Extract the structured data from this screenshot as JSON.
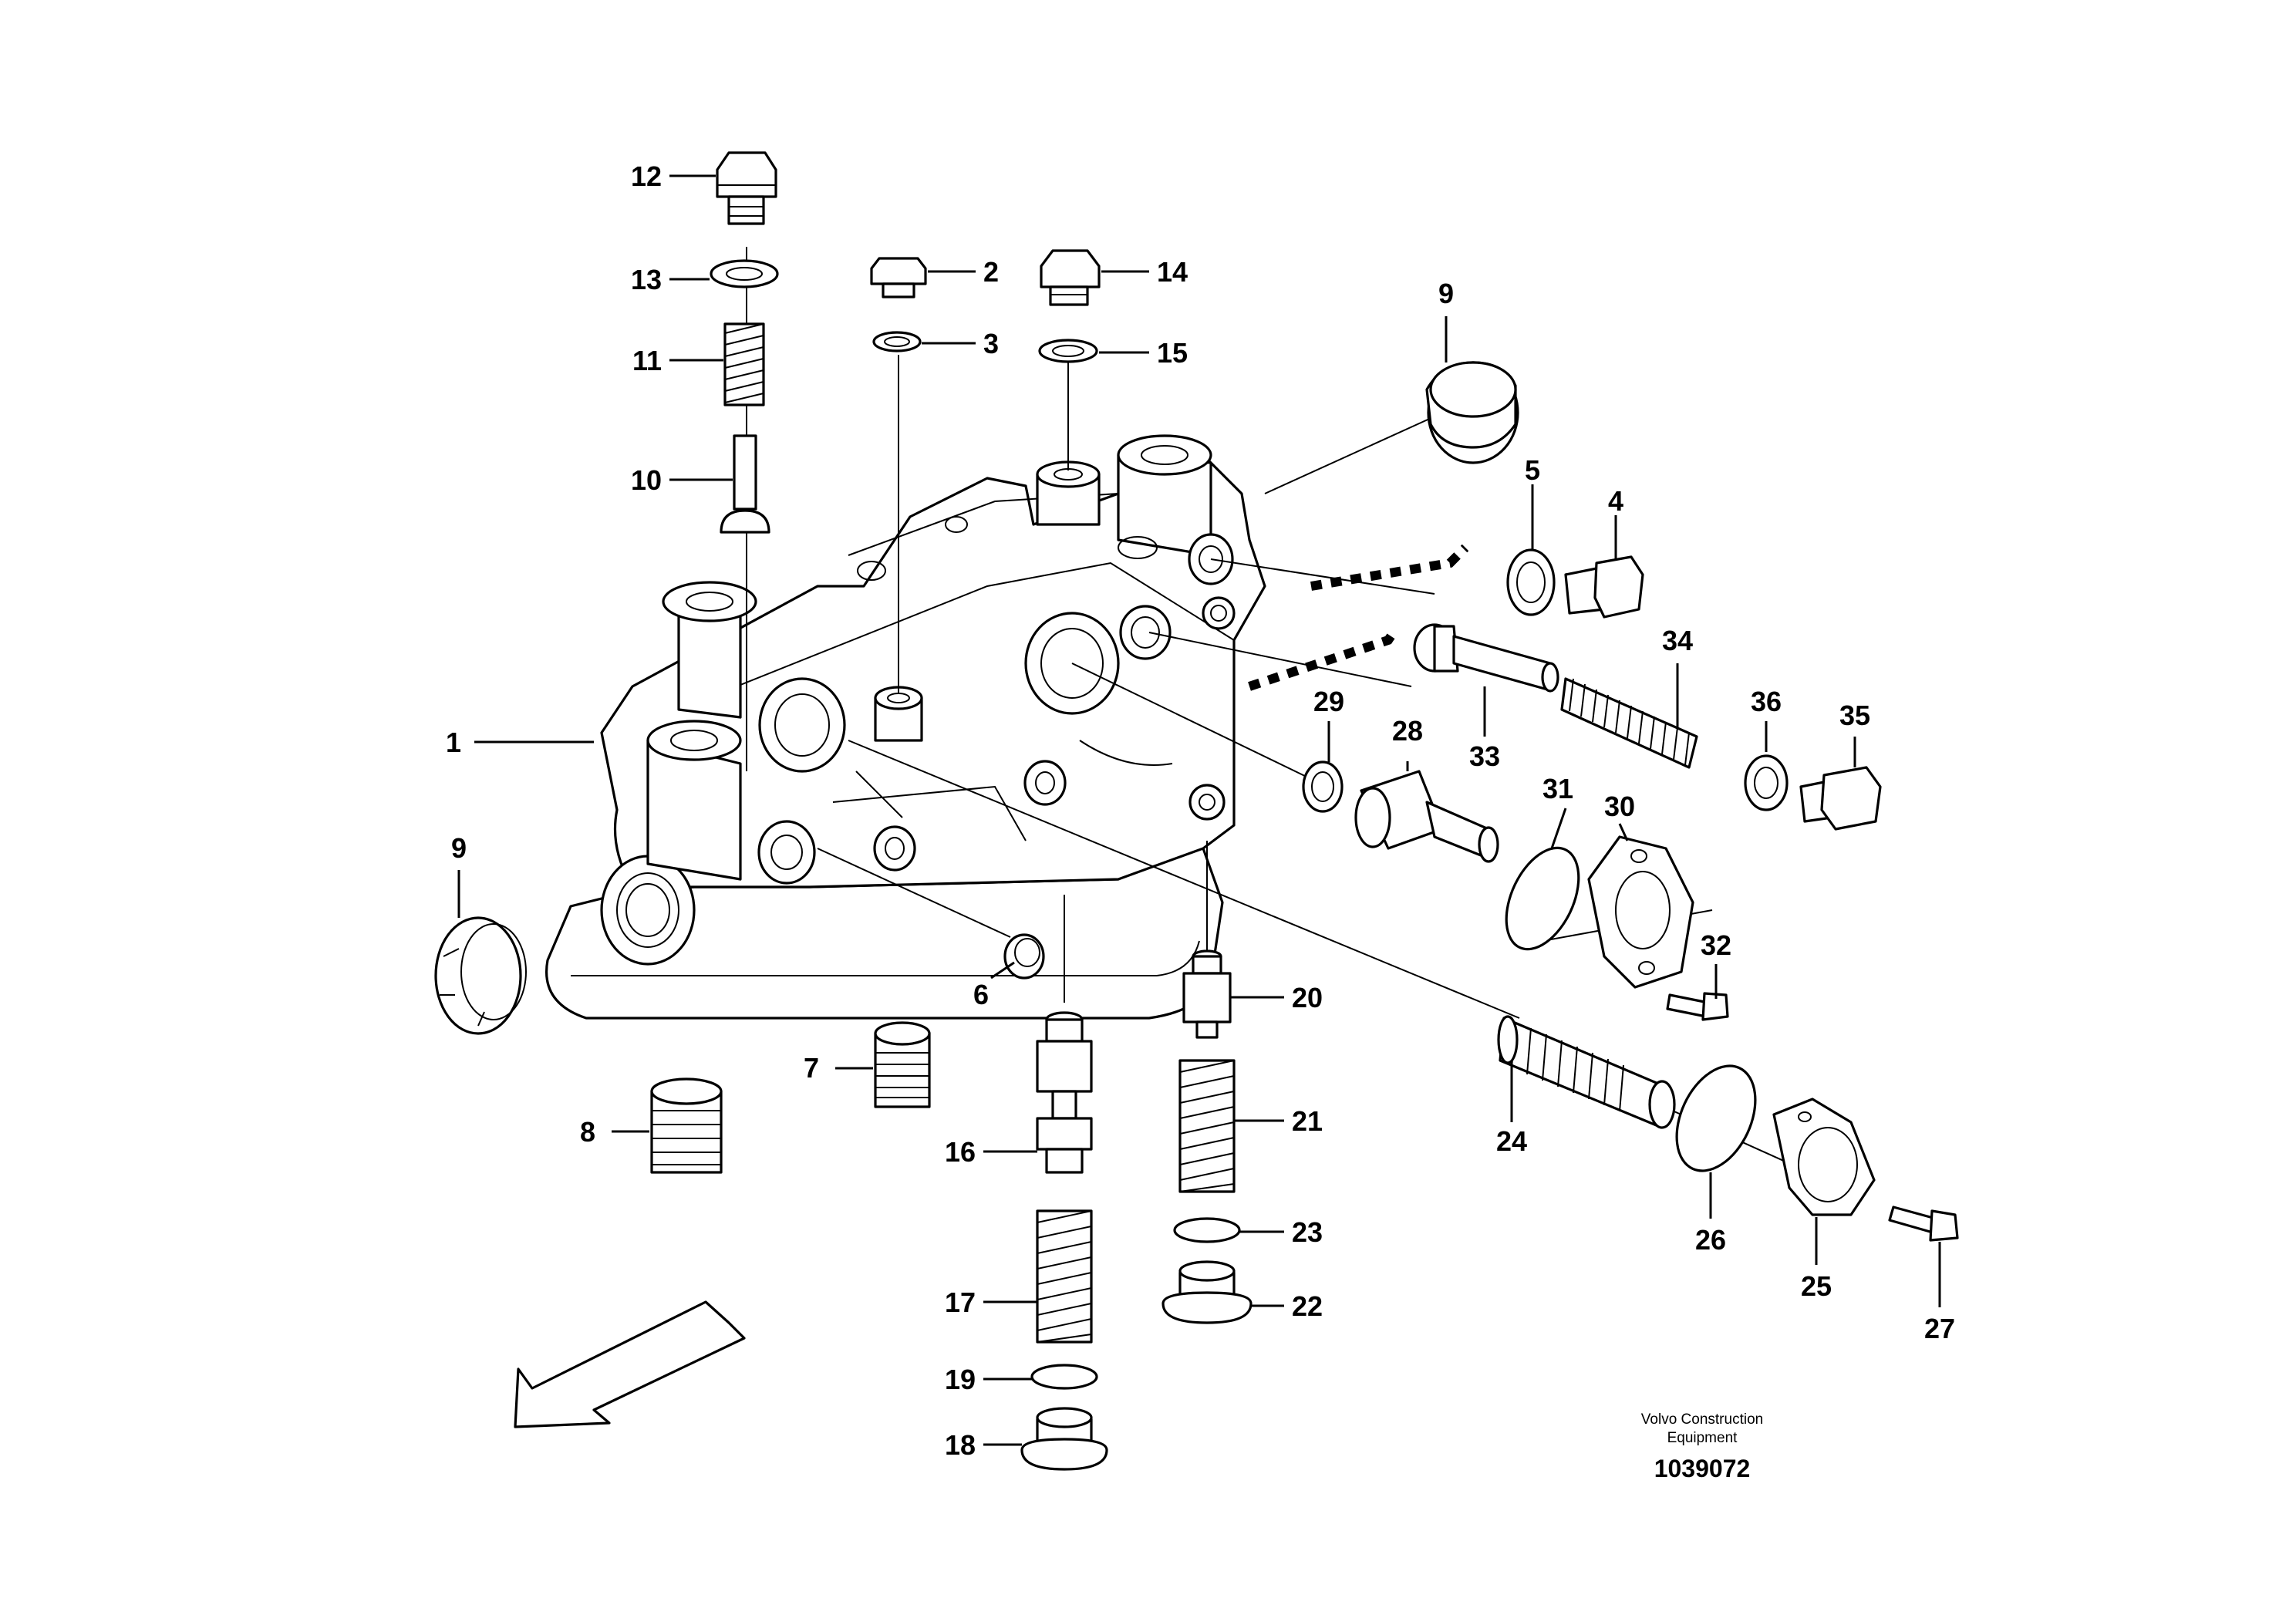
{
  "diagram": {
    "callouts": [
      {
        "id": "c1",
        "text": "1"
      },
      {
        "id": "c2",
        "text": "2"
      },
      {
        "id": "c3",
        "text": "3"
      },
      {
        "id": "c4",
        "text": "4"
      },
      {
        "id": "c5",
        "text": "5"
      },
      {
        "id": "c6",
        "text": "6"
      },
      {
        "id": "c7",
        "text": "7"
      },
      {
        "id": "c8",
        "text": "8"
      },
      {
        "id": "c9a",
        "text": "9"
      },
      {
        "id": "c9b",
        "text": "9"
      },
      {
        "id": "c10",
        "text": "10"
      },
      {
        "id": "c11",
        "text": "11"
      },
      {
        "id": "c12",
        "text": "12"
      },
      {
        "id": "c13",
        "text": "13"
      },
      {
        "id": "c14",
        "text": "14"
      },
      {
        "id": "c15",
        "text": "15"
      },
      {
        "id": "c16",
        "text": "16"
      },
      {
        "id": "c17",
        "text": "17"
      },
      {
        "id": "c18",
        "text": "18"
      },
      {
        "id": "c19",
        "text": "19"
      },
      {
        "id": "c20",
        "text": "20"
      },
      {
        "id": "c21",
        "text": "21"
      },
      {
        "id": "c22",
        "text": "22"
      },
      {
        "id": "c23",
        "text": "23"
      },
      {
        "id": "c24",
        "text": "24"
      },
      {
        "id": "c25",
        "text": "25"
      },
      {
        "id": "c26",
        "text": "26"
      },
      {
        "id": "c27",
        "text": "27"
      },
      {
        "id": "c28",
        "text": "28"
      },
      {
        "id": "c29",
        "text": "29"
      },
      {
        "id": "c30",
        "text": "30"
      },
      {
        "id": "c31",
        "text": "31"
      },
      {
        "id": "c32",
        "text": "32"
      },
      {
        "id": "c33",
        "text": "33"
      },
      {
        "id": "c34",
        "text": "34"
      },
      {
        "id": "c35",
        "text": "35"
      },
      {
        "id": "c36",
        "text": "36"
      }
    ],
    "caption_line1": "Volvo Construction",
    "caption_line2": "Equipment",
    "drawing_number": "1039072"
  }
}
